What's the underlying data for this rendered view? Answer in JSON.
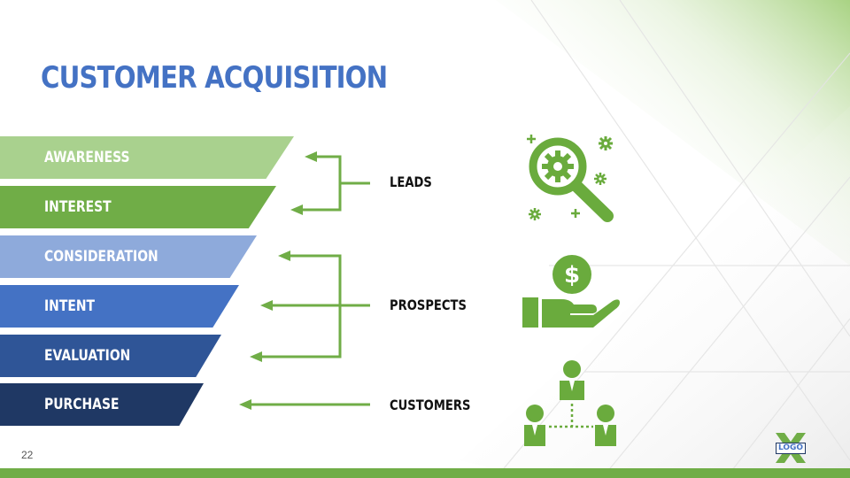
{
  "slide": {
    "title": "CUSTOMER ACQUISITION",
    "page_number": "22"
  },
  "funnel": {
    "stages": [
      {
        "label": "AWARENESS",
        "color": "#a9d18e"
      },
      {
        "label": "INTEREST",
        "color": "#70ad47"
      },
      {
        "label": "CONSIDERATION",
        "color": "#8eaadb"
      },
      {
        "label": "INTENT",
        "color": "#4472c4"
      },
      {
        "label": "EVALUATION",
        "color": "#2f5597"
      },
      {
        "label": "PURCHASE",
        "color": "#1f3864"
      }
    ]
  },
  "groups": [
    {
      "label": "LEADS",
      "icon": "gear-magnifier-icon"
    },
    {
      "label": "PROSPECTS",
      "icon": "hand-dollar-icon"
    },
    {
      "label": "CUSTOMERS",
      "icon": "people-network-icon"
    }
  ],
  "logo": {
    "text": "LOGO",
    "icon": "x-logo-icon"
  },
  "colors": {
    "title": "#4472c4",
    "accent_green": "#70ad47",
    "icon_green": "#6aab3d",
    "text_dark": "#111111"
  }
}
